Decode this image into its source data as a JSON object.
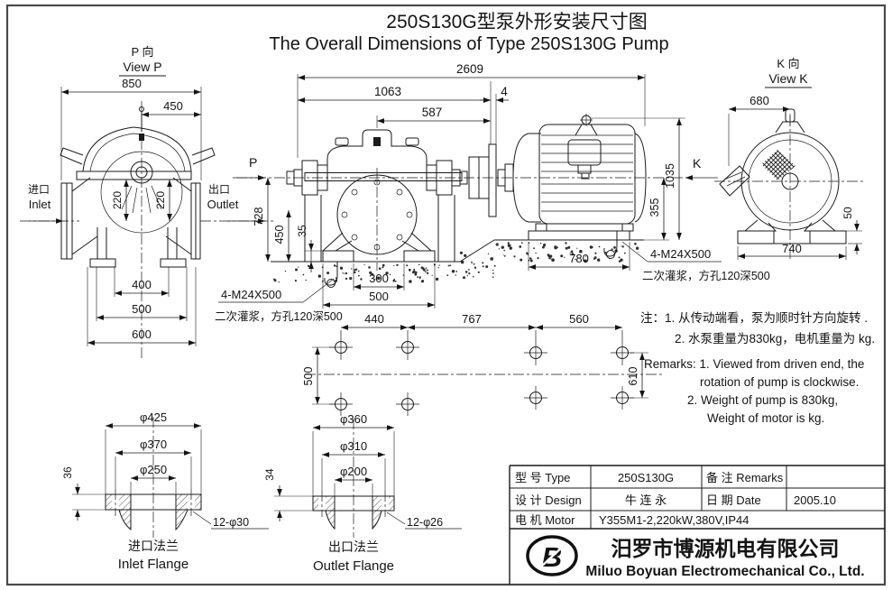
{
  "title": {
    "zh": "250S130G型泵外形安装尺寸图",
    "en": "The Overall Dimensions of Type 250S130G Pump"
  },
  "view_p": {
    "label_zh": "P 向",
    "label_en": "View P",
    "inlet_zh": "进口",
    "inlet_en": "Inlet",
    "outlet_zh": "出口",
    "outlet_en": "Outlet",
    "d850": "850",
    "d450": "450",
    "d220l": "220",
    "d220r": "220",
    "d400": "400",
    "d500": "500",
    "d600": "600"
  },
  "view_main": {
    "p_arrow": "P",
    "k_arrow": "K",
    "d2609": "2609",
    "d1063": "1063",
    "d587": "587",
    "d4": "4",
    "d728": "728",
    "d450": "450",
    "d35": "35",
    "d300": "300",
    "d500": "500",
    "d440": "440",
    "d767": "767",
    "d560": "560",
    "d500_plan": "500",
    "d610": "610",
    "d780": "780",
    "d355": "355",
    "d1035": "1035",
    "anchor_note": "4-M24X500",
    "grout_note": "二次灌浆，方孔120深500"
  },
  "view_k": {
    "label_zh": "K 向",
    "label_en": "View K",
    "d680": "680",
    "d740": "740",
    "d50": "50"
  },
  "notes": {
    "zh_1": "注：1. 从传动端看，泵为顺时针方向旋转 .",
    "zh_2": "2. 水泵重量为830kg，电机重量为  kg.",
    "en_1": "Remarks: 1. Viewed from driven end, the",
    "en_2": "rotation of pump is  clockwise.",
    "en_3": "2. Weight of pump is 830kg,",
    "en_4": "Weight of motor is   kg."
  },
  "inlet_flange": {
    "d425": "φ425",
    "d370": "φ370",
    "d250": "φ250",
    "d36": "36",
    "holes": "12-φ30",
    "caption_zh": "进口法兰",
    "caption_en": "Inlet Flange"
  },
  "outlet_flange": {
    "d360": "φ360",
    "d310": "φ310",
    "d200": "φ200",
    "d34": "34",
    "holes": "12-φ26",
    "caption_zh": "出口法兰",
    "caption_en": "Outlet Flange"
  },
  "title_block": {
    "type_label": "型 号 Type",
    "type_value": "250S130G",
    "remarks_label": "备 注 Remarks",
    "remarks_value": "",
    "design_label": "设 计 Design",
    "design_value": "牛 连 永",
    "date_label": "日 期 Date",
    "date_value": "2005.10",
    "motor_label": "电 机 Motor",
    "motor_value": "Y355M1-2,220kW,380V,IP44"
  },
  "company": {
    "logo": "B",
    "name_zh": "汨罗市博源机电有限公司",
    "name_en": "Miluo Boyuan Electromechanical Co., Ltd."
  }
}
